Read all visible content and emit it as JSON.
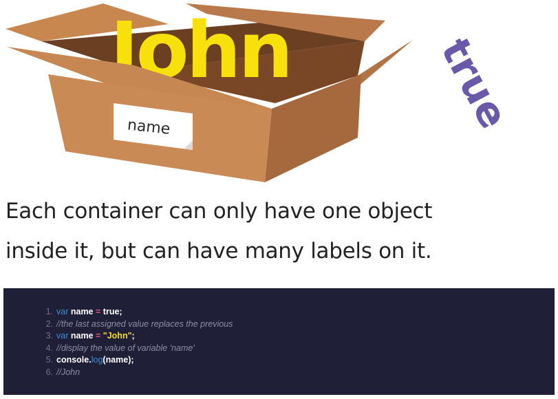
{
  "illustration": {
    "box_content_word": "John",
    "box_label": "name",
    "side_word": "true",
    "colors": {
      "content_word": "#f7e00c",
      "side_word": "#6a58a8",
      "box": "#c98a55"
    }
  },
  "caption": {
    "line1": "Each container can only have one object",
    "line2": "inside it, but can have many labels on it."
  },
  "code": {
    "colors": {
      "background": "#1f1f38",
      "keyword": "#3d8fd6",
      "operator": "#e8508c",
      "string": "#f5de1a",
      "comment": "#8d8fa6",
      "line_number": "#6e7190"
    },
    "lines": [
      {
        "num": "1.",
        "tokens": [
          {
            "t": "var",
            "k": "kw"
          },
          {
            "t": " ",
            "k": "punct"
          },
          {
            "t": "name",
            "k": "id"
          },
          {
            "t": " ",
            "k": "punct"
          },
          {
            "t": "=",
            "k": "op"
          },
          {
            "t": " ",
            "k": "punct"
          },
          {
            "t": "true",
            "k": "bool"
          },
          {
            "t": ";",
            "k": "punct"
          }
        ]
      },
      {
        "num": "2.",
        "tokens": [
          {
            "t": "//the last assigned value replaces the previous",
            "k": "cm"
          }
        ]
      },
      {
        "num": "3.",
        "tokens": [
          {
            "t": "var",
            "k": "kw"
          },
          {
            "t": " ",
            "k": "punct"
          },
          {
            "t": "name",
            "k": "id"
          },
          {
            "t": " ",
            "k": "punct"
          },
          {
            "t": "=",
            "k": "op"
          },
          {
            "t": " ",
            "k": "punct"
          },
          {
            "t": "\"John\"",
            "k": "str"
          },
          {
            "t": ";",
            "k": "punct"
          }
        ]
      },
      {
        "num": "4.",
        "tokens": [
          {
            "t": "//display the value of variable 'name'",
            "k": "cm"
          }
        ]
      },
      {
        "num": "5.",
        "tokens": [
          {
            "t": "console",
            "k": "id"
          },
          {
            "t": ".",
            "k": "punct"
          },
          {
            "t": "log",
            "k": "fn"
          },
          {
            "t": "(",
            "k": "punct"
          },
          {
            "t": "name",
            "k": "id"
          },
          {
            "t": ");",
            "k": "punct"
          }
        ]
      },
      {
        "num": "6.",
        "tokens": [
          {
            "t": "//John",
            "k": "cm"
          }
        ]
      }
    ]
  }
}
